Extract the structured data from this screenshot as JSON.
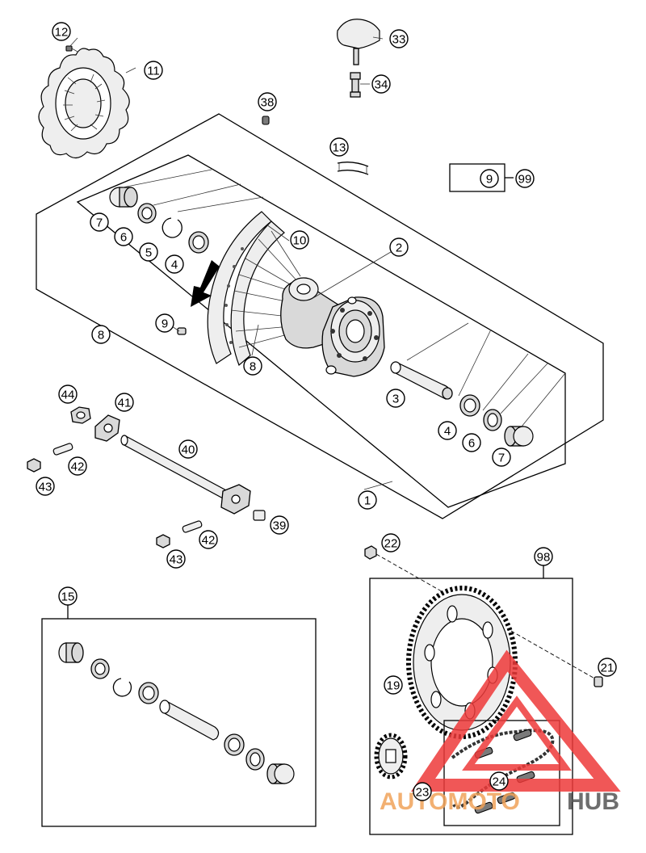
{
  "diagram": {
    "callouts": [
      "1",
      "2",
      "3",
      "4",
      "4",
      "5",
      "6",
      "6",
      "7",
      "7",
      "8",
      "8",
      "9",
      "9",
      "10",
      "11",
      "12",
      "13",
      "15",
      "19",
      "21",
      "22",
      "23",
      "24",
      "33",
      "34",
      "38",
      "39",
      "40",
      "41",
      "42",
      "42",
      "43",
      "43",
      "44",
      "98",
      "99"
    ]
  },
  "watermark": {
    "brand_part1": "AUTOMOTO",
    "brand_part2": "HUB",
    "color_primary": "#ee3a3a",
    "color_secondary": "#f0a35a",
    "color_dark": "#555555"
  }
}
